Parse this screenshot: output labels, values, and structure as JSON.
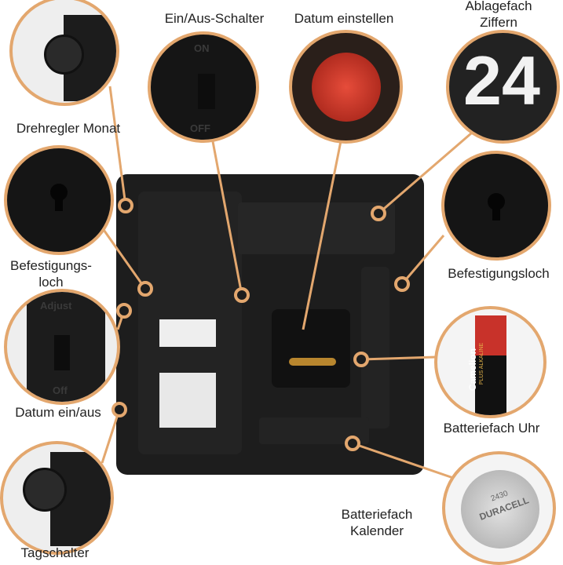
{
  "callouts": {
    "drehregler_monat": "Drehregler Monat",
    "ein_aus_schalter": "Ein/Aus-Schalter",
    "datum_einstellen": "Datum einstellen",
    "ablagefach_ziffern_1": "Ablagefach",
    "ablagefach_ziffern_2": "Ziffern",
    "befestigungsloch_left_1": "Befestigungs-",
    "befestigungsloch_left_2": "loch",
    "befestigungsloch_right": "Befestigungsloch",
    "datum_ein_aus": "Datum ein/aus",
    "batteriefach_uhr": "Batteriefach Uhr",
    "tagschalter": "Tagschalter",
    "batteriefach_kalender_1": "Batteriefach",
    "batteriefach_kalender_2": "Kalender"
  },
  "photo_text": {
    "switch_on": "ON",
    "switch_off": "OFF",
    "digits": "24",
    "adjust": "Adjust",
    "off": "Off",
    "battery_aa": "Camelion",
    "battery_aa_sub": "PLUS ALKALINE",
    "coin_cell": "DURACELL",
    "coin_cell_model": "2430"
  },
  "colors": {
    "accent": "#e3a76e",
    "body": "#1c1c1c"
  }
}
